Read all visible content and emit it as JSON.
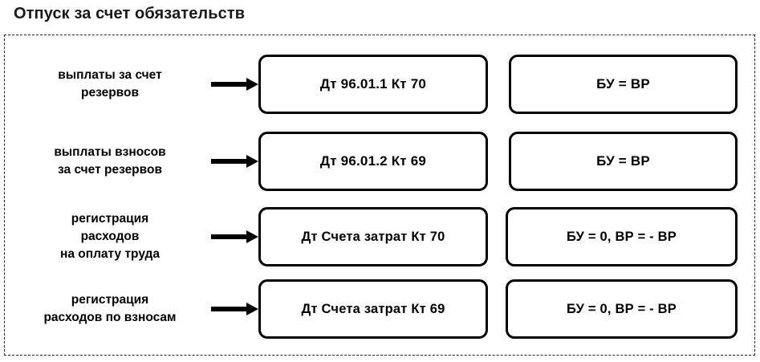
{
  "title": "Отпуск за счет обязательств",
  "colors": {
    "frame_border": "#262626",
    "box_border": "#000000",
    "text": "#000000",
    "background": "#ffffff",
    "arrow": "#000000"
  },
  "rows": [
    {
      "label": "выплаты за счет\nрезервов",
      "posting": "Дт 96.01.1 Кт 70",
      "result": "БУ = ВР"
    },
    {
      "label": "выплаты взносов\nза счет резервов",
      "posting": "Дт 96.01.2 Кт 69",
      "result": "БУ = ВР"
    },
    {
      "label": "регистрация\nрасходов\nна оплату труда",
      "posting": "Дт Счета затрат Кт 70",
      "result": "БУ = 0, ВР = - ВР"
    },
    {
      "label": "регистрация\nрасходов по взносам",
      "posting": "Дт Счета затрат Кт 69",
      "result": "БУ = 0, ВР = - ВР"
    }
  ]
}
